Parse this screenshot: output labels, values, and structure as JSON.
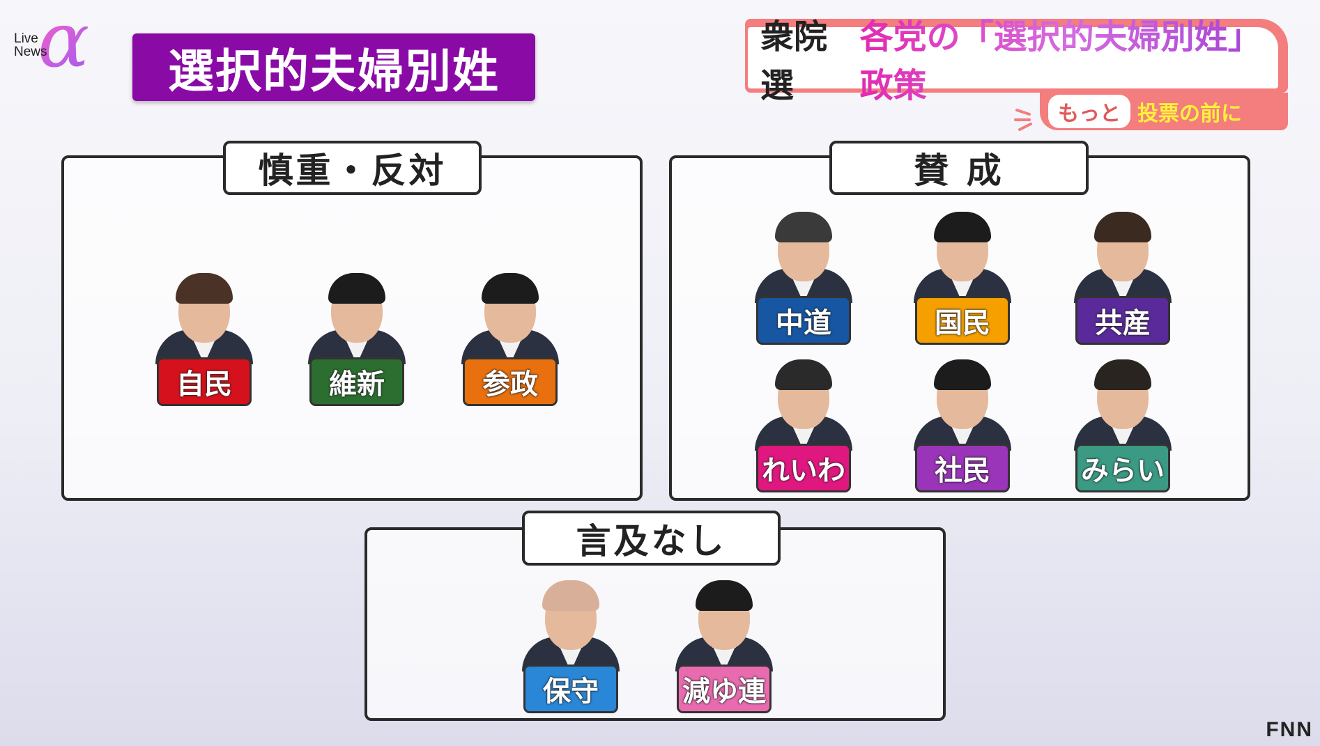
{
  "logo": {
    "line1": "Live",
    "line2": "News",
    "mark": "α"
  },
  "title": "選択的夫婦別姓",
  "banner": {
    "prefix": "衆院選",
    "main": "各党の「選択的夫婦別姓」政策"
  },
  "subbanner": {
    "motto": "もっと",
    "rest": "投票の前に"
  },
  "groups": [
    {
      "label": "慎重・反対",
      "parties": [
        {
          "name": "自民",
          "color": "#d4111c",
          "hair": "#4a3226"
        },
        {
          "name": "維新",
          "color": "#2b6e2f",
          "hair": "#1c1c1c"
        },
        {
          "name": "参政",
          "color": "#e8700f",
          "hair": "#1c1c1c"
        }
      ]
    },
    {
      "label": "賛 成",
      "parties": [
        {
          "name": "中道",
          "color": "#1656a3",
          "hair": "#3a3a3a"
        },
        {
          "name": "国民",
          "color": "#f5a000",
          "hair": "#1c1c1c"
        },
        {
          "name": "共産",
          "color": "#5a2a9a",
          "hair": "#3b2a20"
        },
        {
          "name": "れいわ",
          "color": "#e0177f",
          "hair": "#2a2a2a"
        },
        {
          "name": "社民",
          "color": "#9a34b8",
          "hair": "#1c1c1c"
        },
        {
          "name": "みらい",
          "color": "#3a9a84",
          "hair": "#2a2420"
        }
      ]
    },
    {
      "label": "言及なし",
      "parties": [
        {
          "name": "保守",
          "color": "#2a86d6",
          "hair": "#d8b09a"
        },
        {
          "name": "減ゆ連",
          "color": "#e86bb0",
          "hair": "#1c1c1c"
        }
      ]
    }
  ],
  "watermark": "FNN"
}
